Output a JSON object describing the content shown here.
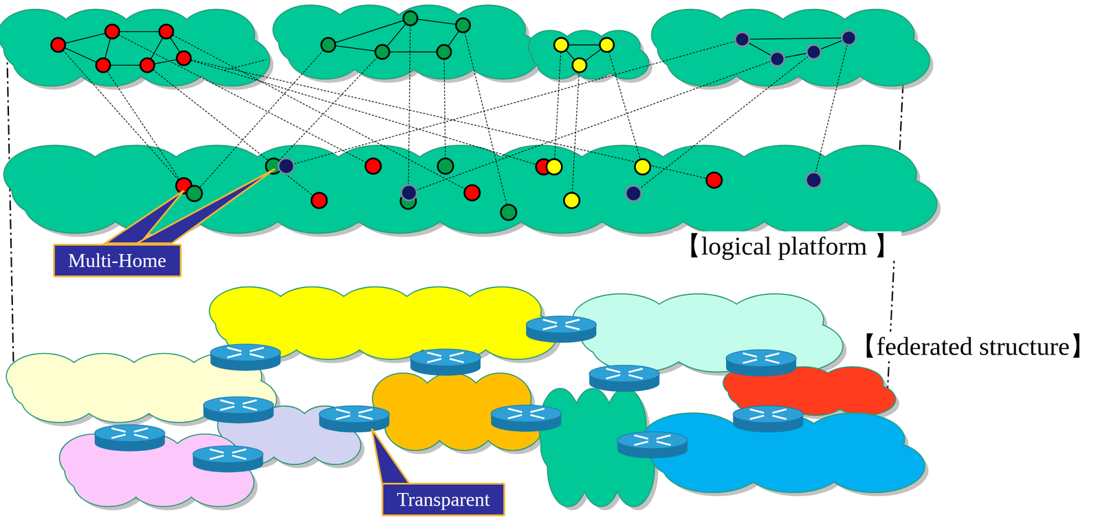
{
  "diagram": {
    "nodes": [
      {
        "text": [
          "Multi-Home"
        ]
      },
      {
        "text": [
          "Transparent"
        ]
      }
    ],
    "labels": [
      "【logical platform 】",
      "【federated structure】"
    ]
  }
}
